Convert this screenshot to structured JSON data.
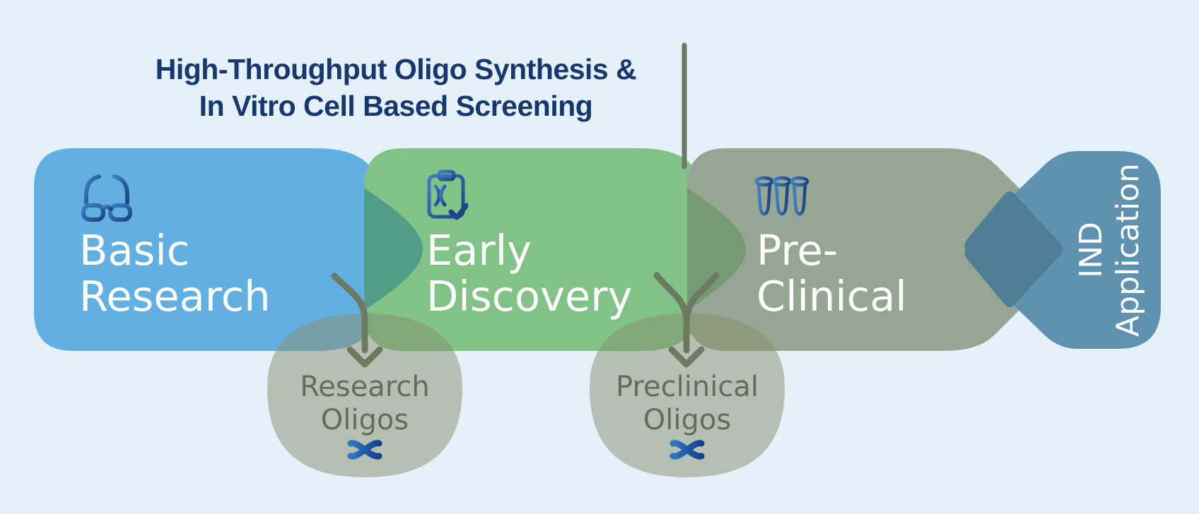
{
  "annotation": {
    "line1": "High-Throughput Oligo Synthesis &",
    "line2": "In Vitro Cell Based Screening"
  },
  "stages": [
    {
      "name": "Basic Research",
      "line1": "Basic",
      "line2": "Research",
      "icon": "glasses-icon",
      "color": "#62b0e2"
    },
    {
      "name": "Early Discovery",
      "line1": "Early",
      "line2": "Discovery",
      "icon": "clipboard-check-icon",
      "color": "#83c287"
    },
    {
      "name": "Pre-Clinical",
      "line1": "Pre-",
      "line2": "Clinical",
      "icon": "pcr-tubes-icon",
      "color": "#97a593"
    },
    {
      "name": "IND Application",
      "line1": "IND",
      "line2": "Application",
      "icon": "none",
      "color": "#5e92b0"
    }
  ],
  "outputs": [
    {
      "name": "Research Oligos",
      "line1": "Research",
      "line2": "Oligos",
      "icon": "dna-x-logo-icon"
    },
    {
      "name": "Preclinical Oligos",
      "line1": "Preclinical",
      "line2": "Oligos",
      "icon": "dna-x-logo-icon"
    }
  ],
  "palette": {
    "background": "#e4f1fa",
    "title_navy": "#16386e",
    "stage_blue": "#62b0e2",
    "stage_green": "#83c287",
    "stage_sage": "#97a593",
    "stage_steel_blue": "#5e92b0",
    "overlap_teal": "#4f9d86",
    "overlap_dark_green": "#779974",
    "overlap_dark_diamond": "#4d7e95",
    "bubble_olive": "#869069",
    "arrow_olive": "#6b7a61",
    "bubble_text": "#5f6e5d",
    "stage_text": "#ffffff",
    "icon_blue_light": "#3c80c4",
    "icon_blue_dark": "#1c4584"
  }
}
